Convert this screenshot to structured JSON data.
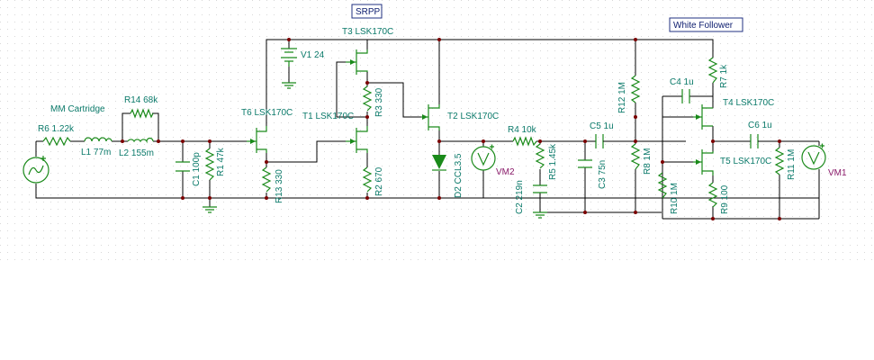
{
  "titles": {
    "srpp": "SRPP",
    "white_follower": "White Follower"
  },
  "source": {
    "label": "MM Cartridge"
  },
  "components": {
    "r6": "R6 1.22k",
    "l1": "L1 77m",
    "l2": "L2 155m",
    "r14": "R14 68k",
    "c1": "C1 100p",
    "r1": "R1 47k",
    "t6": "T6 LSK170C",
    "r13": "R13 330",
    "v1": "V1 24",
    "t3": "T3 LSK170C",
    "t1": "T1 LSK170C",
    "r3": "R3 330",
    "r2": "R2 670",
    "t2": "T2 LSK170C",
    "d2": "D2 CCL3.5",
    "vm2": "VM2",
    "r4": "R4 10k",
    "r5": "R5 1.45k",
    "c2": "C2 219n",
    "c5": "C5 1u",
    "c3": "C3 75n",
    "r12": "R12 1M",
    "r8": "R8 1M",
    "r10": "R10 1M",
    "c4": "C4 1u",
    "r7": "R7 1k",
    "t4": "T4 LSK170C",
    "t5": "T5 LSK170C",
    "r9": "R9 100",
    "c6": "C6 1u",
    "r11": "R11 1M",
    "vm1": "VM1"
  },
  "colors": {
    "wire": "#000000",
    "component": "#1a8a1a",
    "label": "#0b7a6a",
    "node": "#7a0000",
    "meter_label": "#8a1a6a",
    "title_border": "#203080"
  }
}
